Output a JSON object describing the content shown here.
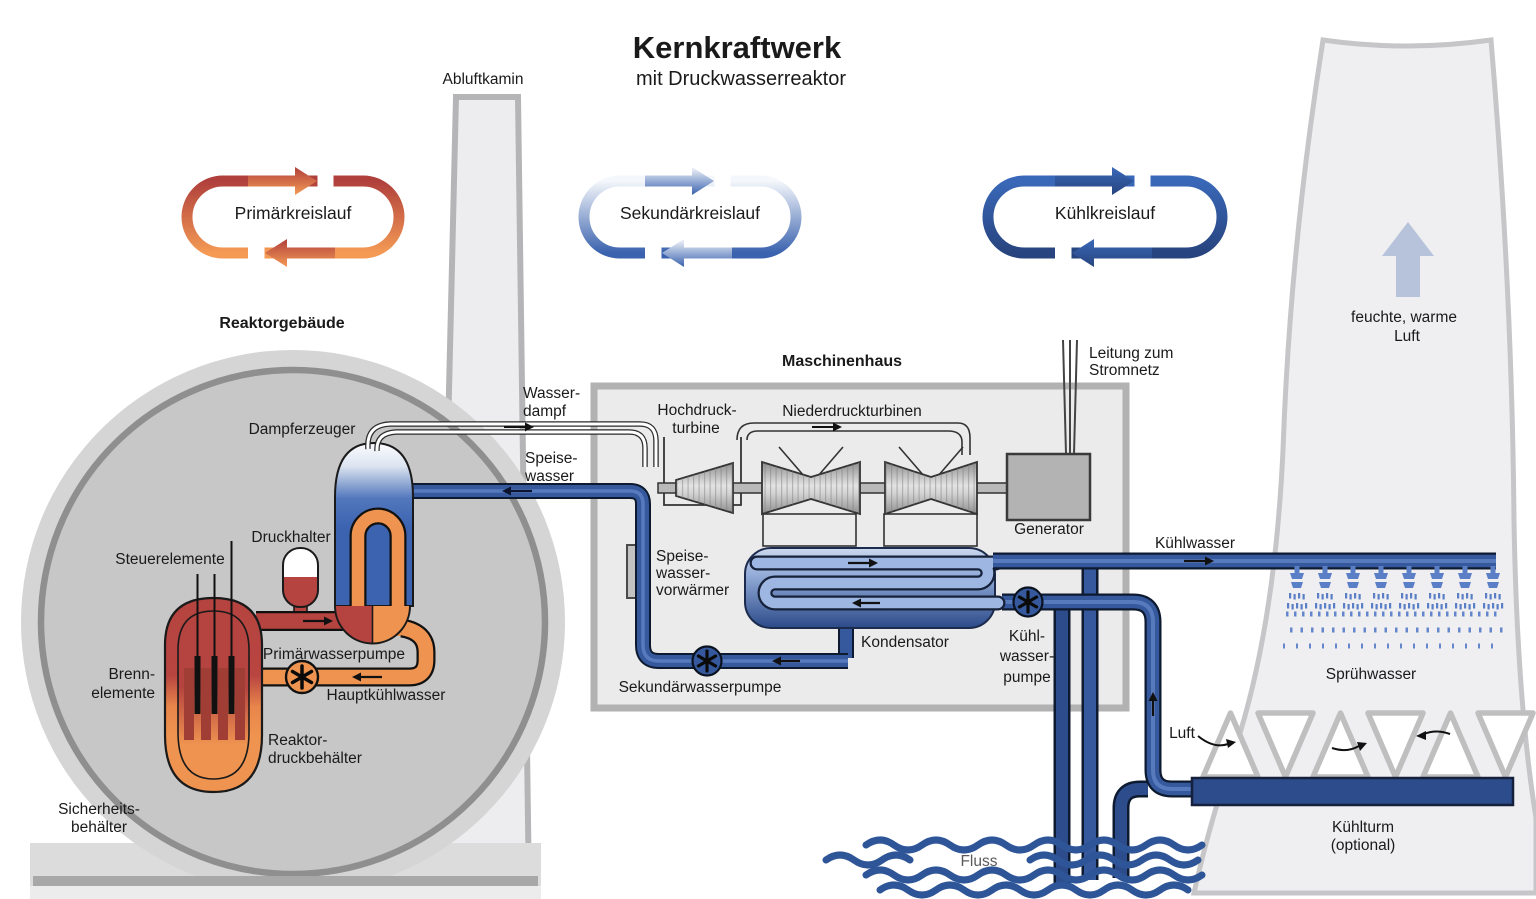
{
  "diagram_title": {
    "main": "Kernkraftwerk",
    "subtitle": "mit Druckwasserreaktor"
  },
  "circuits": {
    "primary": "Primärkreislauf",
    "secondary": "Sekundärkreislauf",
    "cooling": "Kühlkreislauf"
  },
  "buildings": {
    "chimney": "Abluftkamin",
    "reactor_building": "Reaktorgebäude",
    "machine_hall": "Maschinenhaus",
    "containment": [
      "Sicherheits-",
      "behälter"
    ],
    "cooling_tower": [
      "Kühlturm",
      "(optional)"
    ]
  },
  "primary_circuit": {
    "steam_generator": "Dampferzeuger",
    "pressurizer": "Druckhalter",
    "control_rods": "Steuerelemente",
    "fuel_elements": [
      "Brenn-",
      "elemente"
    ],
    "primary_pump": "Primärwasserpumpe",
    "main_cooling_water": "Hauptkühlwasser",
    "pressure_vessel": [
      "Reaktor-",
      "druckbehälter"
    ]
  },
  "secondary_circuit": {
    "steam": [
      "Wasser-",
      "dampf"
    ],
    "feedwater": [
      "Speise-",
      "wasser"
    ],
    "hp_turbine": [
      "Hochdruck-",
      "turbine"
    ],
    "lp_turbines": "Niederdruckturbinen",
    "generator": "Generator",
    "grid_line": [
      "Leitung zum",
      "Stromnetz"
    ],
    "feedwater_preheater": [
      "Speise-",
      "wasser-",
      "vorwärmer"
    ],
    "condenser": "Kondensator",
    "secondary_pump": "Sekundärwasserpumpe"
  },
  "cooling_circuit": {
    "cooling_water_pump": [
      "Kühl-",
      "wasser-",
      "pumpe"
    ],
    "cooling_water": "Kühlwasser",
    "spray_water": "Sprühwasser",
    "air": "Luft",
    "moist_warm_air": [
      "feuchte, warme",
      "Luft"
    ],
    "river": "Fluss"
  },
  "colors": {
    "primary_hot": "#b5433f",
    "primary_cold": "#ef9450",
    "water_pipe": "#35599c",
    "condenser_deep": "#2c4c8c",
    "spray": "#5b7fc7",
    "structure_gray": "#d5d5d5",
    "hall_gray": "#ebebeb"
  }
}
